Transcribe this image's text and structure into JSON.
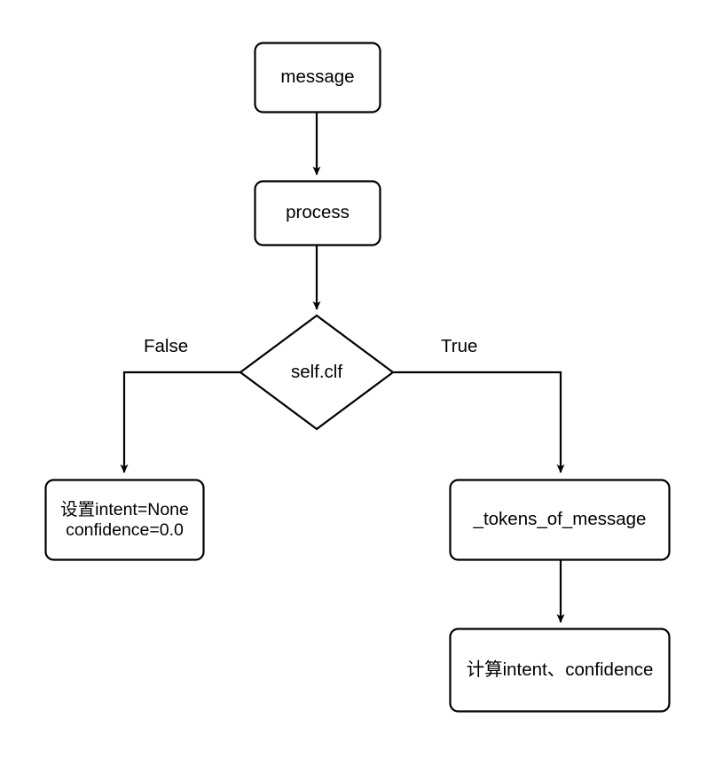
{
  "diagram": {
    "type": "flowchart",
    "orientation": "top-to-bottom",
    "background_color": "#ffffff",
    "stroke_color": "#000000",
    "text_color": "#000000",
    "nodes": [
      {
        "id": "message",
        "shape": "rounded-rectangle",
        "label": "message"
      },
      {
        "id": "process",
        "shape": "rounded-rectangle",
        "label": "process"
      },
      {
        "id": "self_clf",
        "shape": "diamond",
        "label": "self.clf"
      },
      {
        "id": "set_none",
        "shape": "rounded-rectangle",
        "label_line1": "设置intent=None",
        "label_line2": "confidence=0.0"
      },
      {
        "id": "tokens_of_message",
        "shape": "rounded-rectangle",
        "label": "_tokens_of_message"
      },
      {
        "id": "compute_intent",
        "shape": "rounded-rectangle",
        "label": "计算intent、confidence"
      }
    ],
    "edges": [
      {
        "id": "message-to-process",
        "from": "message",
        "to": "process",
        "label": ""
      },
      {
        "id": "process-to-self-clf",
        "from": "process",
        "to": "self_clf",
        "label": ""
      },
      {
        "id": "self-clf-false",
        "from": "self_clf",
        "to": "set_none",
        "label": "False"
      },
      {
        "id": "self-clf-true",
        "from": "self_clf",
        "to": "tokens_of_message",
        "label": "True"
      },
      {
        "id": "tokens-to-compute",
        "from": "tokens_of_message",
        "to": "compute_intent",
        "label": ""
      }
    ]
  }
}
